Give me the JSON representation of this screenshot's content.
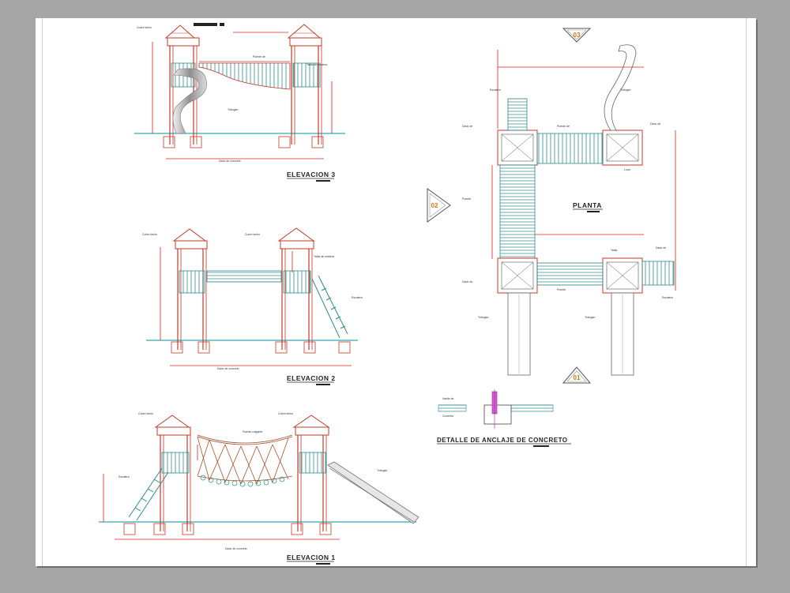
{
  "drawing": {
    "titles": {
      "elev3": "ELEVACION 3",
      "elev2": "ELEVACION 2",
      "elev1": "ELEVACION 1",
      "planta": "PLANTA",
      "detalle": "DETALLE DE ANCLAJE DE CONCRETO"
    },
    "markers": {
      "top": "03",
      "left": "02",
      "bottom": "01"
    }
  },
  "colors": {
    "background": "#a6a6a6",
    "sheet": "#ffffff",
    "post": "#c0392b",
    "dimension": "#e0201b",
    "slats": "#2e8b8b",
    "ground": "#33a6b2",
    "slide": "#9a9a9a",
    "text": "#222222",
    "marker": "#c27c0e"
  }
}
